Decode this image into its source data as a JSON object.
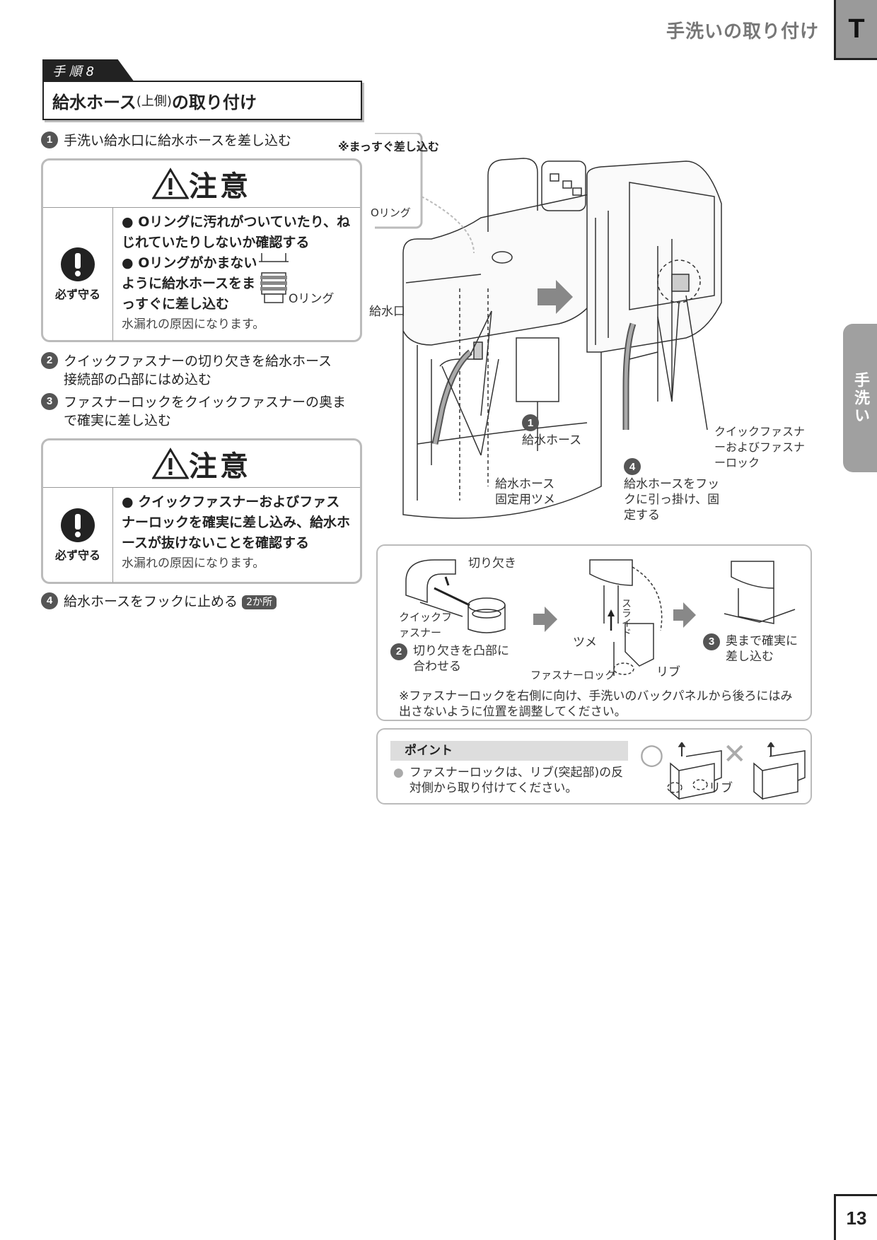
{
  "header": {
    "section_title": "手洗いの取り付け",
    "tab_letter": "T",
    "side_tab": "手洗い",
    "page_number": "13"
  },
  "step": {
    "label": "手 順 8",
    "title_main": "給水ホース",
    "title_small": "(上側)",
    "title_rest": "の取り付け"
  },
  "items": [
    {
      "num": "1",
      "text": "手洗い給水口に給水ホースを差し込む"
    },
    {
      "num": "2",
      "text": "クイックファスナーの切り欠きを給水ホース接続部の凸部にはめ込む"
    },
    {
      "num": "3",
      "text": "ファスナーロックをクイックファスナーの奥まで確実に差し込む"
    },
    {
      "num": "4",
      "text": "給水ホースをフックに止める",
      "badge": "2か所"
    }
  ],
  "caution1": {
    "title": "注意",
    "must": "必ず守る",
    "bullet1": "● Oリングに汚れがついていたり、ねじれていたりしないか確認する",
    "bullet2": "● Oリングがかまないように給水ホースをまっすぐに差し込む",
    "oring_label": "Oリング",
    "note": "水漏れの原因になります。"
  },
  "caution2": {
    "title": "注意",
    "must": "必ず守る",
    "bullet1": "● クイックファスナーおよびファスナーロックを確実に差し込み、給水ホースが抜けないことを確認する",
    "note": "水漏れの原因になります。"
  },
  "figure": {
    "inset_title": "※まっすぐ差し込む",
    "inset_oring": "Oリング",
    "inlet": "給水口",
    "hose_num": "1",
    "hose": "給水ホース",
    "claw": "給水ホース固定用ツメ",
    "qf_lock": "クイックファスナーおよびファスナーロック",
    "hook_num": "4",
    "hook": "給水ホースをフックに引っ掛け、固定する"
  },
  "subfigure": {
    "notch": "切り欠き",
    "qf": "クイックファスナー",
    "step2_num": "2",
    "step2": "切り欠きを凸部に合わせる",
    "claw": "ツメ",
    "slide": "スライド",
    "lock": "ファスナーロック",
    "rib": "リブ",
    "step3_num": "3",
    "step3": "奥まで確実に差し込む",
    "note": "※ファスナーロックを右側に向け、手洗いのバックパネルから後ろにはみ出さないように位置を調整してください。"
  },
  "point": {
    "head": "ポイント",
    "text": "ファスナーロックは、リブ(突起部)の反対側から取り付けてください。",
    "good": "○",
    "bad": "✕",
    "rib": "リブ"
  }
}
